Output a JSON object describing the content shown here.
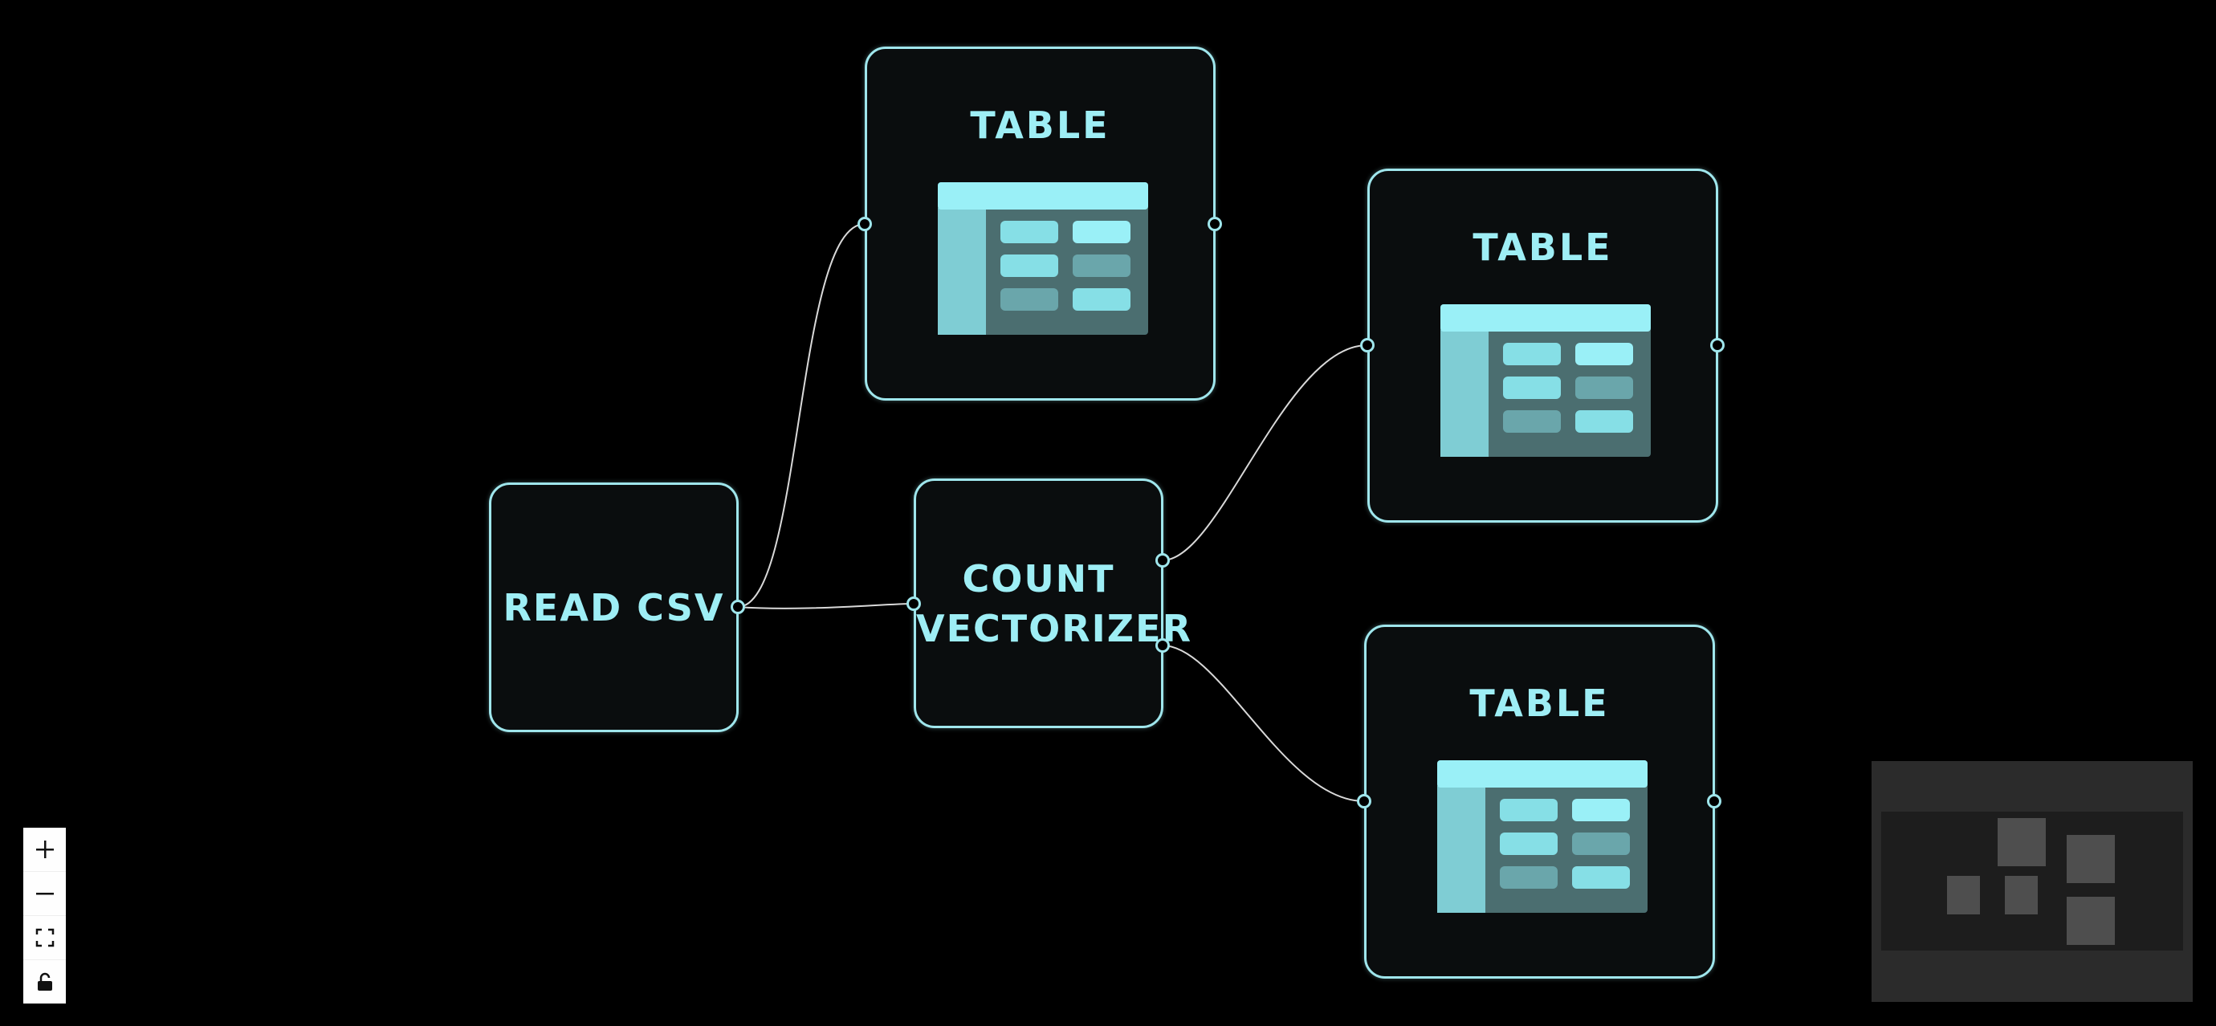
{
  "colors": {
    "background": "#000000",
    "node_background": "#0a0d0e",
    "node_border": "#9fe6ec",
    "node_text": "#9eeef5",
    "edge": "#d9d9d9",
    "table_icon_header": "#9af0f7",
    "table_icon_sidebar": "#7fcdd4",
    "table_icon_body": "#4b6e70"
  },
  "nodes": {
    "table_1": {
      "label": "TABLE",
      "icon": "table-icon"
    },
    "table_2": {
      "label": "TABLE",
      "icon": "table-icon"
    },
    "table_3": {
      "label": "TABLE",
      "icon": "table-icon"
    },
    "read_csv": {
      "label": "READ CSV"
    },
    "count_vectorizer": {
      "label_line1": "COUNT",
      "label_line2": "VECTORIZER"
    }
  },
  "edges": [
    {
      "from": "read_csv",
      "to": "table_1"
    },
    {
      "from": "read_csv",
      "to": "count_vectorizer"
    },
    {
      "from": "count_vectorizer",
      "to": "table_2"
    },
    {
      "from": "count_vectorizer",
      "to": "table_3"
    }
  ],
  "controls": [
    {
      "name": "zoom-in",
      "icon": "plus-icon"
    },
    {
      "name": "zoom-out",
      "icon": "minus-icon"
    },
    {
      "name": "fit-view",
      "icon": "fit-view-icon"
    },
    {
      "name": "toggle-interactivity",
      "icon": "unlock-icon"
    }
  ],
  "minimap": {
    "visible": true
  }
}
